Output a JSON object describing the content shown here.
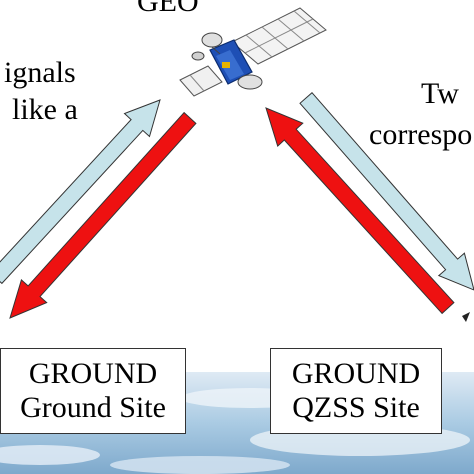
{
  "labels": {
    "satellite": "GEO",
    "left_text_line1": "ignals",
    "left_text_line2": "like a",
    "right_text_line1": "Tw",
    "right_text_line2": "correspo"
  },
  "boxes": {
    "ground_left": {
      "line1": "GROUND",
      "line2": "Ground Site"
    },
    "ground_right": {
      "line1": "GROUND",
      "line2": "QZSS Site"
    }
  },
  "colors": {
    "uplink_arrow": "#c6e3ea",
    "downlink_arrow": "#ee1111",
    "arrow_outline": "#333333",
    "earth": "#9fc4e0"
  },
  "icons": [
    "satellite-icon",
    "antenna-icon"
  ]
}
